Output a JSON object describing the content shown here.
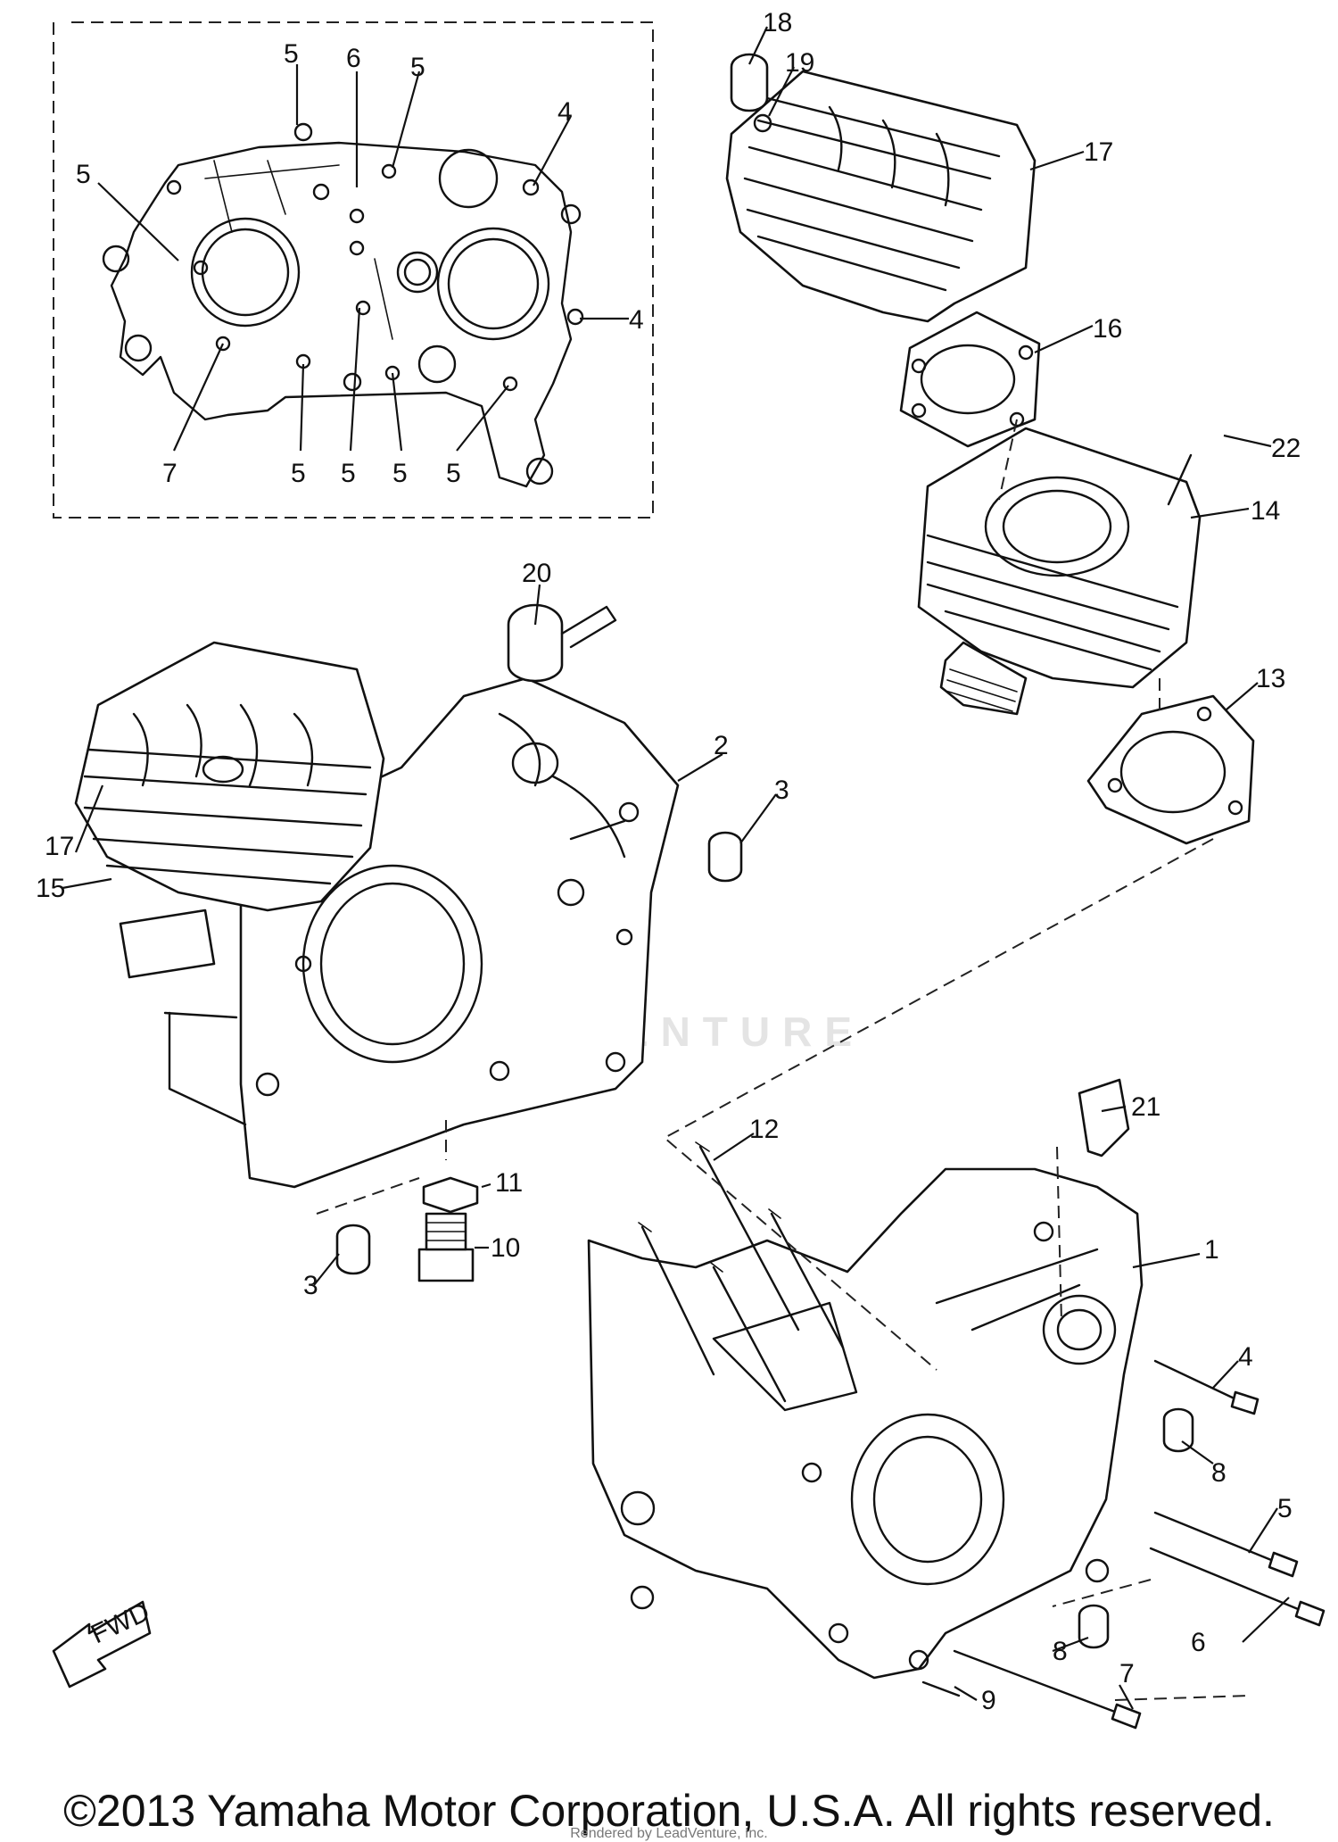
{
  "callouts": {
    "c1": "1",
    "c2": "2",
    "c3a": "3",
    "c3b": "3",
    "c4a": "4",
    "c4b": "4",
    "c4c": "4",
    "c5a": "5",
    "c5b": "5",
    "c5c": "5",
    "c5d": "5",
    "c5e": "5",
    "c5f": "5",
    "c5g": "5",
    "c5h": "5",
    "c6a": "6",
    "c6b": "6",
    "c7a": "7",
    "c7b": "7",
    "c8a": "8",
    "c8b": "8",
    "c9": "9",
    "c10": "10",
    "c11": "11",
    "c12": "12",
    "c13": "13",
    "c14": "14",
    "c15": "15",
    "c16": "16",
    "c17a": "17",
    "c17b": "17",
    "c18": "18",
    "c19": "19",
    "c20": "20",
    "c21": "21",
    "c22": "22"
  },
  "fwd_label": "FWD",
  "watermark": "LEADVENTURE",
  "footer": {
    "copyright": "©2013 Yamaha Motor Corporation, U.S.A. All rights reserved.",
    "rendered_by": "Rendered by LeadVenture, Inc."
  }
}
